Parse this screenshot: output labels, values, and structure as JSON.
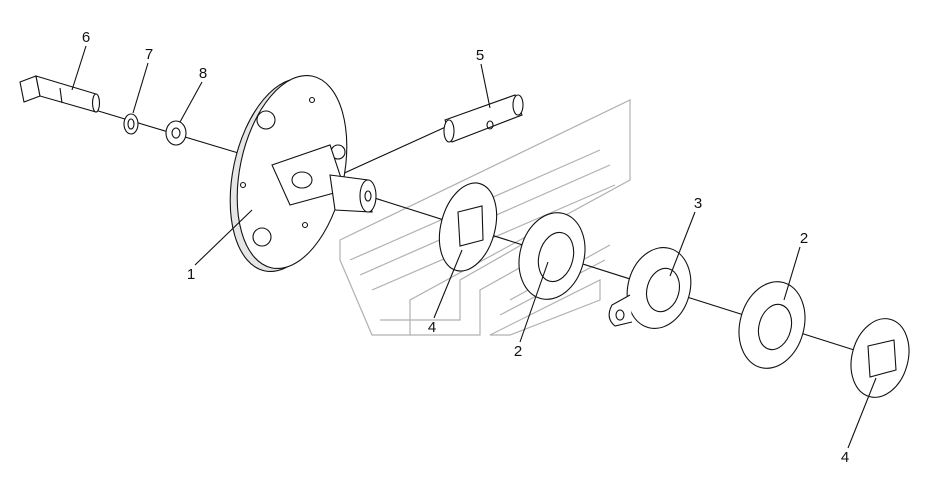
{
  "callouts": [
    {
      "id": "c6",
      "text": "6"
    },
    {
      "id": "c7",
      "text": "7"
    },
    {
      "id": "c8",
      "text": "8"
    },
    {
      "id": "c5",
      "text": "5"
    },
    {
      "id": "c1",
      "text": "1"
    },
    {
      "id": "c4a",
      "text": "4"
    },
    {
      "id": "c2a",
      "text": "2"
    },
    {
      "id": "c3",
      "text": "3"
    },
    {
      "id": "c2b",
      "text": "2"
    },
    {
      "id": "c4b",
      "text": "4"
    }
  ]
}
